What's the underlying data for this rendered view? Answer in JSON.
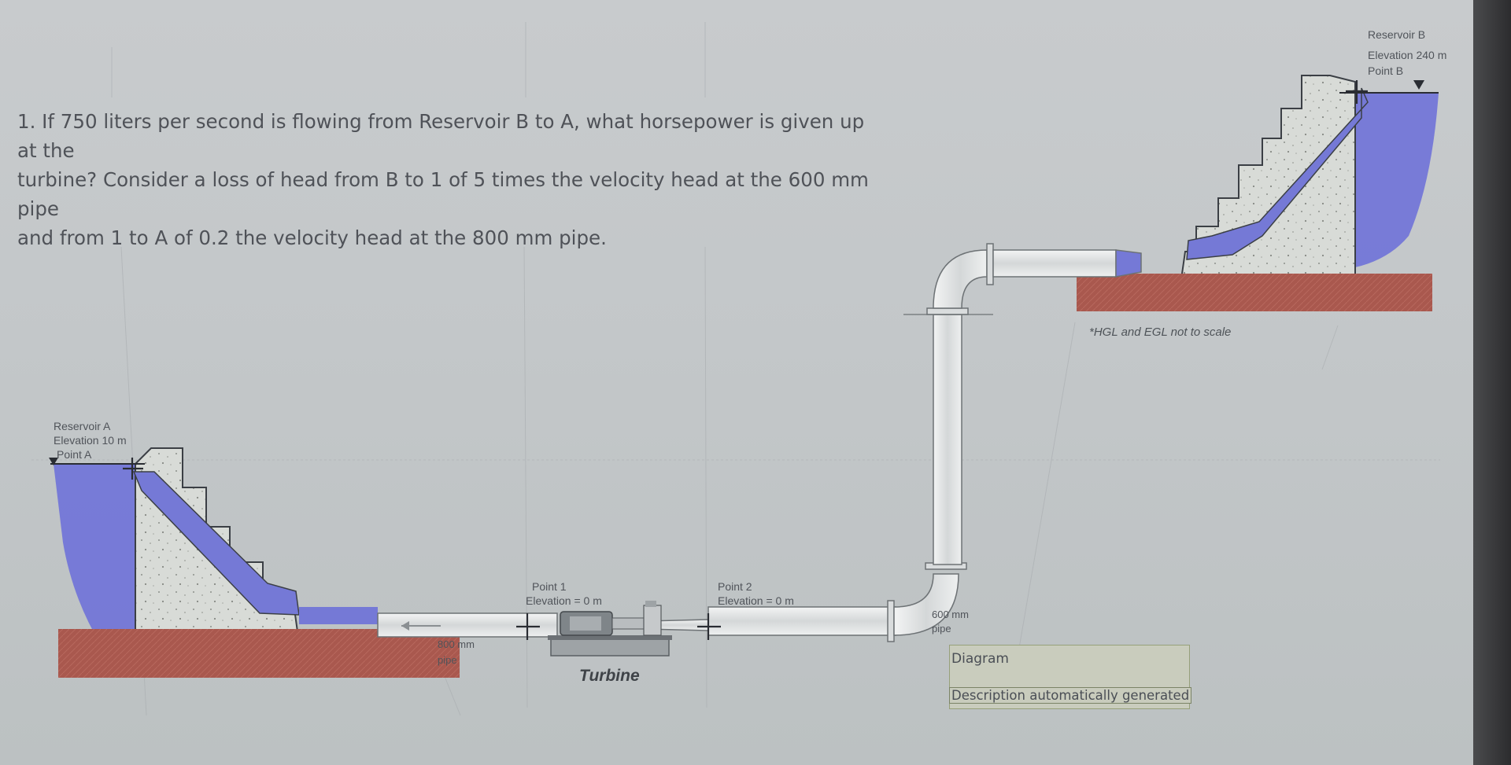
{
  "problem": {
    "lines": [
      "1. If 750 liters per second is flowing from Reservoir B to A, what horsepower is given up at the",
      "turbine? Consider a loss of head from B to 1 of 5 times the velocity head at the 600 mm pipe",
      "and from 1 to A of 0.2 the velocity head at the 800 mm pipe."
    ]
  },
  "reservoir_a": {
    "name": "Reservoir A",
    "elevation": "Elevation 10 m",
    "point": "Point A"
  },
  "reservoir_b": {
    "name": "Reservoir B",
    "elevation": "Elevation 240 m",
    "point": "Point B"
  },
  "point1": {
    "name": "Point 1",
    "elevation": "Elevation = 0 m"
  },
  "point2": {
    "name": "Point 2",
    "elevation": "Elevation = 0 m"
  },
  "pipe_800": {
    "size": "800 mm",
    "word": "pipe"
  },
  "pipe_600": {
    "size": "600 mm",
    "word": "pipe"
  },
  "turbine": {
    "label": "Turbine"
  },
  "note": "*HGL and EGL not to scale",
  "alt_text": {
    "title": "Diagram",
    "description": "Description automatically generated"
  },
  "colors": {
    "water": "#6f72d8",
    "ground": "#a8574d",
    "concrete": "#d7dad6",
    "pipe": "#e4e6e6"
  }
}
